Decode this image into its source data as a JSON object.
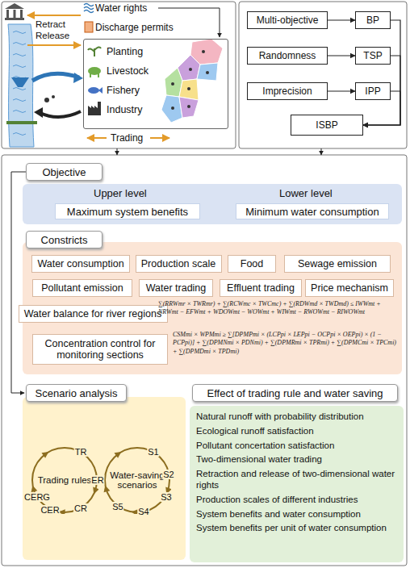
{
  "diagram": {
    "nodes": [
      {
        "text": [
          "Planting",
          "Livestock",
          "Fishery",
          "Industry"
        ]
      },
      {
        "text": [
          "Multi-objective"
        ]
      },
      {
        "text": [
          "BP"
        ]
      },
      {
        "text": [
          "Randomness"
        ]
      },
      {
        "text": [
          "TSP"
        ]
      },
      {
        "text": [
          "Imprecision"
        ]
      },
      {
        "text": [
          "IPP"
        ]
      },
      {
        "text": [
          "ISBP"
        ]
      },
      {
        "text": [
          "Objective"
        ]
      },
      {
        "text": [
          "Upper level",
          "Lower level"
        ]
      },
      {
        "text": [
          "Maximum system benefits"
        ],
        "in": 9
      },
      {
        "text": [
          "Minimum water consumption"
        ],
        "in": 9
      },
      {
        "text": [
          "Constricts"
        ]
      },
      {
        "text": [
          "Water consumption"
        ]
      },
      {
        "text": [
          "Production scale"
        ]
      },
      {
        "text": [
          "Food"
        ]
      },
      {
        "text": [
          "Sewage emission"
        ]
      },
      {
        "text": [
          "Pollutant emission"
        ]
      },
      {
        "text": [
          "Water trading"
        ]
      },
      {
        "text": [
          "Effluent trading"
        ]
      },
      {
        "text": [
          "Price mechanism"
        ]
      },
      {
        "text": [
          "Water balance for river regions"
        ]
      },
      {
        "text": [
          "Concentration control for monitoring sections"
        ]
      },
      {
        "text": [
          "Scenario analysis"
        ]
      },
      {
        "text": [
          "Effect of trading rule and water saving"
        ]
      },
      {
        "text": [
          "Trading rules"
        ]
      },
      {
        "text": [
          "Water-saving scenarios"
        ]
      },
      {
        "text": [
          "Natural runoff with probability distribution",
          "Ecological runoff satisfaction",
          "Pollutant concertation satisfaction",
          "Two-dimensional water trading",
          "Retraction and release of two-dimensional water rights",
          "Production scales of different industries",
          "System benefits and water consumption",
          "System benefits per unit of water consumption"
        ]
      }
    ],
    "edges": [
      {
        "from": 1,
        "to": 2,
        "arrow": "to"
      },
      {
        "from": 3,
        "to": 4,
        "arrow": "to"
      },
      {
        "from": 5,
        "to": 6,
        "arrow": "to"
      },
      {
        "from": 2,
        "to": 7,
        "arrow": "to"
      },
      {
        "from": 4,
        "to": 7,
        "arrow": "to"
      },
      {
        "from": 6,
        "to": 7,
        "arrow": "to"
      }
    ],
    "labels": [
      "Water rights",
      "Discharge permits",
      "Retract",
      "Release",
      "Trading",
      "∑(RRWmr × TWRmr) + ∑(RCWmc × TWCmc) + ∑(RDWmd × TWDmd) ≤ IWWmt + NRWmt − EFWmt + WDOWmt − WOWmt + WIWmt − RWOWmt − RIWOWmt",
      "CSMmi × WPMmi ≥ ∑[DPMPmi × (LCPpi × LEPpi − OCPpi × OEPpi) × (1 − PCPpi)] + ∑(DPMNmi × PDNmi) + ∑(DPMRmi × TPRmi) + ∑(DPMCmi × TPCmi) + ∑(DPMDmi × TPDmi)",
      "TR",
      "ER",
      "CR",
      "CER",
      "CERG",
      "S1",
      "S2",
      "S3",
      "S4",
      "S5"
    ]
  }
}
